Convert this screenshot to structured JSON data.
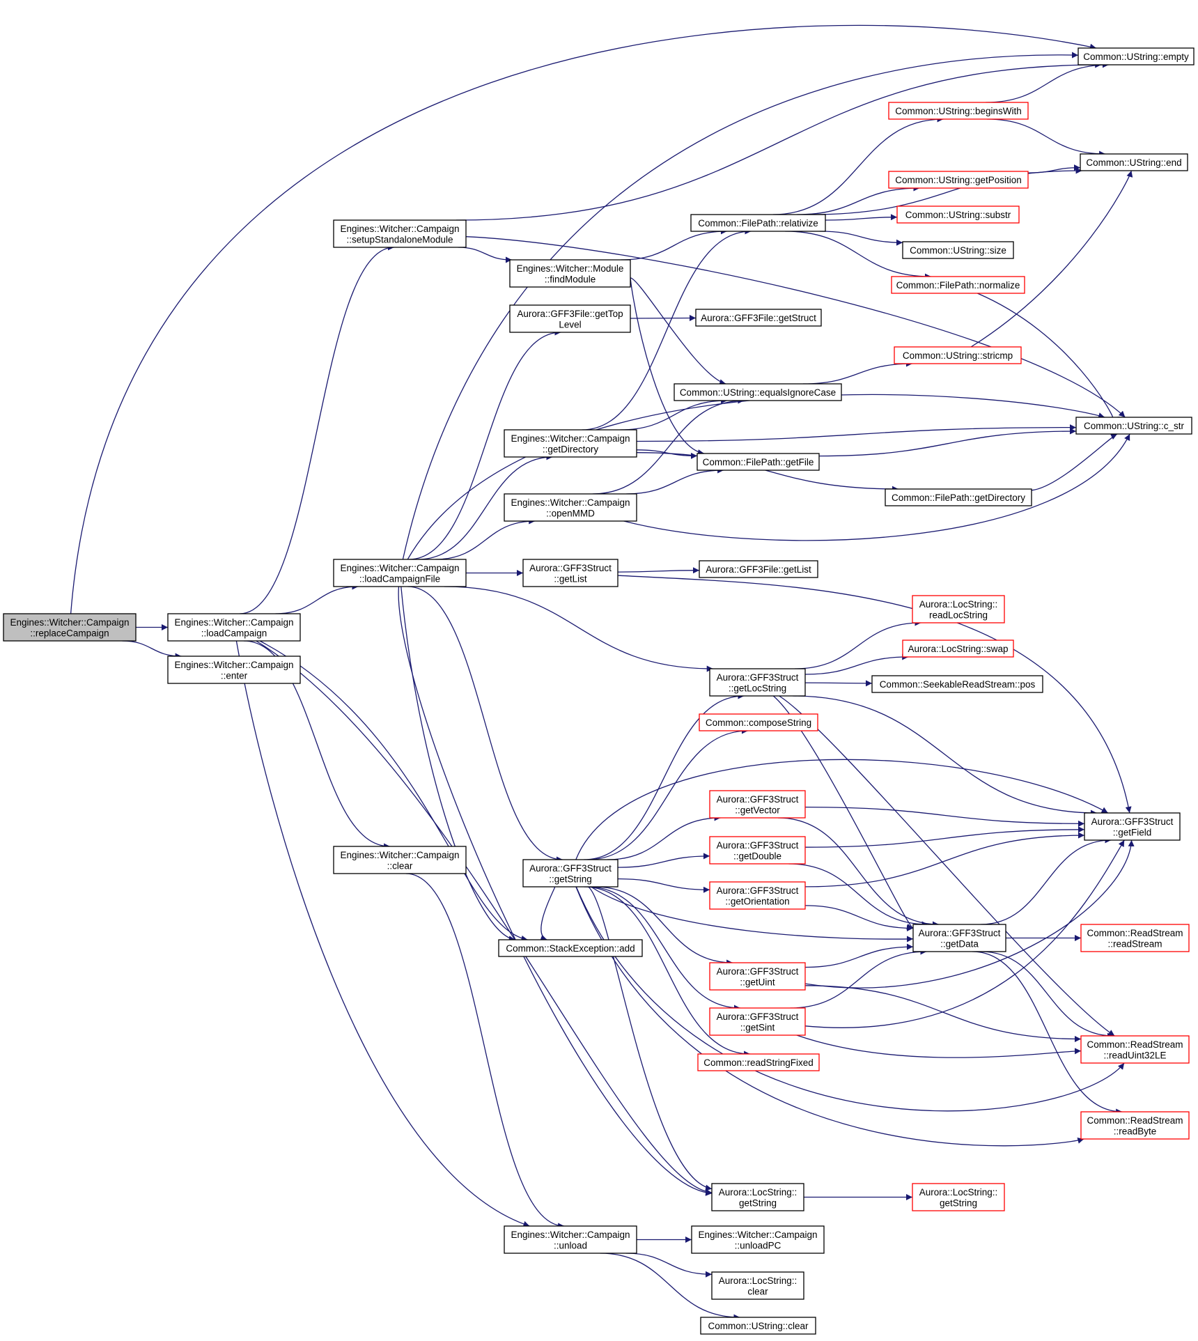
{
  "colors": {
    "edge": "#191970",
    "node_border": "#000000",
    "node_border_truncated": "#ff0000",
    "node_fill": "#ffffff",
    "root_fill": "#bfbfbf",
    "text": "#000000"
  },
  "nodes": [
    {
      "id": "replaceCampaign",
      "lines": [
        "Engines::Witcher::Campaign",
        "::replaceCampaign"
      ],
      "root": true
    },
    {
      "id": "loadCampaign",
      "lines": [
        "Engines::Witcher::Campaign",
        "::loadCampaign"
      ]
    },
    {
      "id": "enter",
      "lines": [
        "Engines::Witcher::Campaign",
        "::enter"
      ]
    },
    {
      "id": "setupStandaloneModule",
      "lines": [
        "Engines::Witcher::Campaign",
        "::setupStandaloneModule"
      ]
    },
    {
      "id": "loadCampaignFile",
      "lines": [
        "Engines::Witcher::Campaign",
        "::loadCampaignFile"
      ]
    },
    {
      "id": "campaignClear",
      "lines": [
        "Engines::Witcher::Campaign",
        "::clear"
      ]
    },
    {
      "id": "unload",
      "lines": [
        "Engines::Witcher::Campaign",
        "::unload"
      ]
    },
    {
      "id": "unloadPC",
      "lines": [
        "Engines::Witcher::Campaign",
        "::unloadPC"
      ]
    },
    {
      "id": "locStringClear",
      "lines": [
        "Aurora::LocString::",
        "clear"
      ]
    },
    {
      "id": "ustringClear",
      "lines": [
        "Common::UString::clear"
      ]
    },
    {
      "id": "findModule",
      "lines": [
        "Engines::Witcher::Module",
        "::findModule"
      ]
    },
    {
      "id": "getTopLevel",
      "lines": [
        "Aurora::GFF3File::getTop",
        "Level"
      ]
    },
    {
      "id": "gff3FileGetStruct",
      "lines": [
        "Aurora::GFF3File::getStruct"
      ]
    },
    {
      "id": "getDirectoryCampaign",
      "lines": [
        "Engines::Witcher::Campaign",
        "::getDirectory"
      ]
    },
    {
      "id": "openMMD",
      "lines": [
        "Engines::Witcher::Campaign",
        "::openMMD"
      ]
    },
    {
      "id": "gff3StructGetList",
      "lines": [
        "Aurora::GFF3Struct",
        "::getList"
      ]
    },
    {
      "id": "gff3FileGetList",
      "lines": [
        "Aurora::GFF3File::getList"
      ]
    },
    {
      "id": "getString",
      "lines": [
        "Aurora::GFF3Struct",
        "::getString"
      ]
    },
    {
      "id": "stackExceptionAdd",
      "lines": [
        "Common::StackException::add"
      ]
    },
    {
      "id": "relativize",
      "lines": [
        "Common::FilePath::relativize"
      ]
    },
    {
      "id": "equalsIgnoreCase",
      "lines": [
        "Common::UString::equalsIgnoreCase"
      ]
    },
    {
      "id": "getFile",
      "lines": [
        "Common::FilePath::getFile"
      ]
    },
    {
      "id": "filePathGetDirectory",
      "lines": [
        "Common::FilePath::getDirectory"
      ]
    },
    {
      "id": "empty",
      "lines": [
        "Common::UString::empty"
      ]
    },
    {
      "id": "beginsWith",
      "lines": [
        "Common::UString::beginsWith"
      ],
      "truncated": true
    },
    {
      "id": "end",
      "lines": [
        "Common::UString::end"
      ]
    },
    {
      "id": "getPosition",
      "lines": [
        "Common::UString::getPosition"
      ],
      "truncated": true
    },
    {
      "id": "substr",
      "lines": [
        "Common::UString::substr"
      ],
      "truncated": true
    },
    {
      "id": "size",
      "lines": [
        "Common::UString::size"
      ]
    },
    {
      "id": "normalize",
      "lines": [
        "Common::FilePath::normalize"
      ],
      "truncated": true
    },
    {
      "id": "stricmp",
      "lines": [
        "Common::UString::stricmp"
      ],
      "truncated": true
    },
    {
      "id": "c_str",
      "lines": [
        "Common::UString::c_str"
      ]
    },
    {
      "id": "getLocString",
      "lines": [
        "Aurora::GFF3Struct",
        "::getLocString"
      ]
    },
    {
      "id": "readLocString",
      "lines": [
        "Aurora::LocString::",
        "readLocString"
      ],
      "truncated": true
    },
    {
      "id": "locStringSwap",
      "lines": [
        "Aurora::LocString::swap"
      ],
      "truncated": true
    },
    {
      "id": "pos",
      "lines": [
        "Common::SeekableReadStream::pos"
      ]
    },
    {
      "id": "composeString",
      "lines": [
        "Common::composeString"
      ],
      "truncated": true
    },
    {
      "id": "getVector",
      "lines": [
        "Aurora::GFF3Struct",
        "::getVector"
      ],
      "truncated": true
    },
    {
      "id": "getDouble",
      "lines": [
        "Aurora::GFF3Struct",
        "::getDouble"
      ],
      "truncated": true
    },
    {
      "id": "getOrientation",
      "lines": [
        "Aurora::GFF3Struct",
        "::getOrientation"
      ],
      "truncated": true
    },
    {
      "id": "getUint",
      "lines": [
        "Aurora::GFF3Struct",
        "::getUint"
      ],
      "truncated": true
    },
    {
      "id": "getSint",
      "lines": [
        "Aurora::GFF3Struct",
        "::getSint"
      ],
      "truncated": true
    },
    {
      "id": "readStringFixed",
      "lines": [
        "Common::readStringFixed"
      ],
      "truncated": true
    },
    {
      "id": "getField",
      "lines": [
        "Aurora::GFF3Struct",
        "::getField"
      ]
    },
    {
      "id": "getData",
      "lines": [
        "Aurora::GFF3Struct",
        "::getData"
      ]
    },
    {
      "id": "readStream",
      "lines": [
        "Common::ReadStream",
        "::readStream"
      ],
      "truncated": true
    },
    {
      "id": "readUint32LE",
      "lines": [
        "Common::ReadStream",
        "::readUint32LE"
      ],
      "truncated": true
    },
    {
      "id": "readByte",
      "lines": [
        "Common::ReadStream",
        "::readByte"
      ],
      "truncated": true
    },
    {
      "id": "locStringGetString",
      "lines": [
        "Aurora::LocString::",
        "getString"
      ]
    },
    {
      "id": "locStringGetString2",
      "lines": [
        "Aurora::LocString::",
        "getString"
      ],
      "truncated": true
    }
  ],
  "edges": [
    [
      "replaceCampaign",
      "loadCampaign"
    ],
    [
      "replaceCampaign",
      "enter"
    ],
    [
      "replaceCampaign",
      "empty"
    ],
    [
      "loadCampaign",
      "setupStandaloneModule"
    ],
    [
      "loadCampaign",
      "loadCampaignFile"
    ],
    [
      "loadCampaign",
      "campaignClear"
    ],
    [
      "loadCampaign",
      "unload"
    ],
    [
      "loadCampaign",
      "stackExceptionAdd"
    ],
    [
      "loadCampaign",
      "locStringGetString"
    ],
    [
      "setupStandaloneModule",
      "empty"
    ],
    [
      "setupStandaloneModule",
      "findModule"
    ],
    [
      "setupStandaloneModule",
      "c_str"
    ],
    [
      "loadCampaignFile",
      "empty"
    ],
    [
      "loadCampaignFile",
      "getTopLevel"
    ],
    [
      "loadCampaignFile",
      "getDirectoryCampaign"
    ],
    [
      "loadCampaignFile",
      "openMMD"
    ],
    [
      "loadCampaignFile",
      "gff3StructGetList"
    ],
    [
      "loadCampaignFile",
      "getLocString"
    ],
    [
      "loadCampaignFile",
      "getString"
    ],
    [
      "loadCampaignFile",
      "stackExceptionAdd"
    ],
    [
      "loadCampaignFile",
      "c_str"
    ],
    [
      "loadCampaignFile",
      "locStringGetString"
    ],
    [
      "campaignClear",
      "unload"
    ],
    [
      "unload",
      "unloadPC"
    ],
    [
      "unload",
      "locStringClear"
    ],
    [
      "unload",
      "ustringClear"
    ],
    [
      "findModule",
      "relativize"
    ],
    [
      "findModule",
      "equalsIgnoreCase"
    ],
    [
      "findModule",
      "getFile"
    ],
    [
      "getTopLevel",
      "gff3FileGetStruct"
    ],
    [
      "getDirectoryCampaign",
      "relativize"
    ],
    [
      "getDirectoryCampaign",
      "equalsIgnoreCase"
    ],
    [
      "getDirectoryCampaign",
      "getFile"
    ],
    [
      "getDirectoryCampaign",
      "filePathGetDirectory"
    ],
    [
      "getDirectoryCampaign",
      "c_str"
    ],
    [
      "openMMD",
      "equalsIgnoreCase"
    ],
    [
      "openMMD",
      "getFile"
    ],
    [
      "openMMD",
      "c_str"
    ],
    [
      "gff3StructGetList",
      "gff3FileGetList"
    ],
    [
      "gff3StructGetList",
      "getField"
    ],
    [
      "getString",
      "getLocString"
    ],
    [
      "getString",
      "composeString"
    ],
    [
      "getString",
      "getVector"
    ],
    [
      "getString",
      "getDouble"
    ],
    [
      "getString",
      "getOrientation"
    ],
    [
      "getString",
      "getUint"
    ],
    [
      "getString",
      "getSint"
    ],
    [
      "getString",
      "readStringFixed"
    ],
    [
      "getString",
      "getField"
    ],
    [
      "getString",
      "getData"
    ],
    [
      "getString",
      "stackExceptionAdd"
    ],
    [
      "getString",
      "readUint32LE"
    ],
    [
      "getString",
      "readByte"
    ],
    [
      "getString",
      "locStringGetString"
    ],
    [
      "relativize",
      "beginsWith"
    ],
    [
      "relativize",
      "end"
    ],
    [
      "relativize",
      "getPosition"
    ],
    [
      "relativize",
      "substr"
    ],
    [
      "relativize",
      "size"
    ],
    [
      "relativize",
      "normalize"
    ],
    [
      "beginsWith",
      "empty"
    ],
    [
      "beginsWith",
      "end"
    ],
    [
      "getPosition",
      "end"
    ],
    [
      "normalize",
      "c_str"
    ],
    [
      "equalsIgnoreCase",
      "stricmp"
    ],
    [
      "stricmp",
      "end"
    ],
    [
      "getFile",
      "c_str"
    ],
    [
      "filePathGetDirectory",
      "c_str"
    ],
    [
      "getLocString",
      "readLocString"
    ],
    [
      "getLocString",
      "locStringSwap"
    ],
    [
      "getLocString",
      "pos"
    ],
    [
      "getLocString",
      "getField"
    ],
    [
      "getLocString",
      "getData"
    ],
    [
      "getLocString",
      "readUint32LE"
    ],
    [
      "getVector",
      "getField"
    ],
    [
      "getVector",
      "getData"
    ],
    [
      "getDouble",
      "getField"
    ],
    [
      "getDouble",
      "getData"
    ],
    [
      "getOrientation",
      "getField"
    ],
    [
      "getOrientation",
      "getData"
    ],
    [
      "getUint",
      "getField"
    ],
    [
      "getUint",
      "getData"
    ],
    [
      "getUint",
      "readUint32LE"
    ],
    [
      "getSint",
      "getField"
    ],
    [
      "getSint",
      "getData"
    ],
    [
      "getSint",
      "readUint32LE"
    ],
    [
      "getData",
      "getField"
    ],
    [
      "getData",
      "readStream"
    ],
    [
      "getData",
      "readUint32LE"
    ],
    [
      "getData",
      "readByte"
    ],
    [
      "locStringGetString",
      "locStringGetString2"
    ]
  ]
}
